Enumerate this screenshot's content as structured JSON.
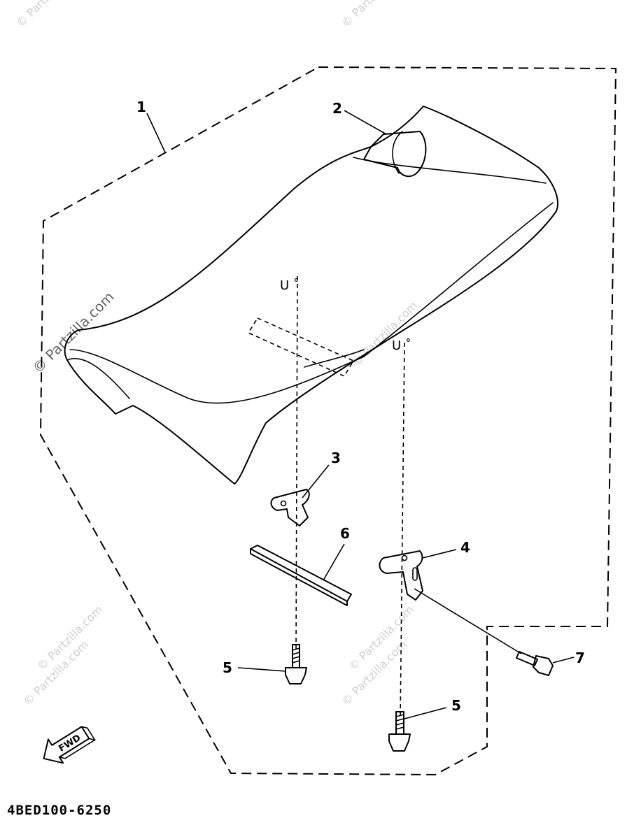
{
  "callouts": {
    "c1": "1",
    "c2": "2",
    "c3": "3",
    "c4": "4",
    "c5a": "5",
    "c5b": "5",
    "c6": "6",
    "c7": "7"
  },
  "fwd_label": "FWD",
  "diagram_code": "4BED100-6250",
  "watermark": "© Partzilla.com",
  "icons": {
    "direction": "forward-arrow-icon"
  }
}
